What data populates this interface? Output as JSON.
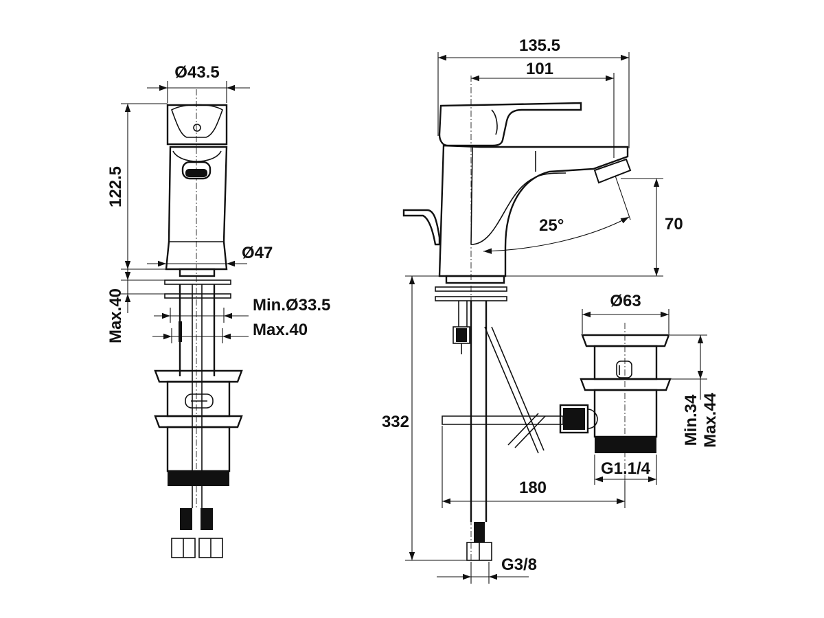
{
  "dimensions": {
    "diameter_top": "Ø43.5",
    "height_total": "122.5",
    "diameter_base": "Ø47",
    "max_deck_left": "Max.40",
    "min_hole": "Min.Ø33.5",
    "max_deck": "Max.40",
    "width_total": "135.5",
    "spout_reach": "101",
    "swivel_angle": "25°",
    "spout_height": "70",
    "waste_diameter": "Ø63",
    "overall_depth": "332",
    "waste_min": "Min.34",
    "waste_max": "Max.44",
    "waste_thread": "G1.1/4",
    "pull_rod_length": "180",
    "supply_thread": "G3/8"
  }
}
